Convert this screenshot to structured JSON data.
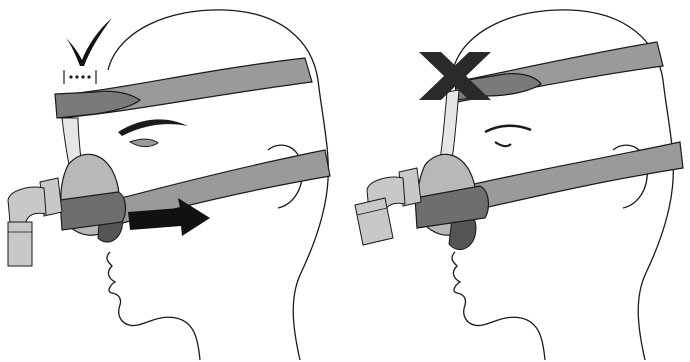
{
  "image": {
    "type": "instructional-illustration",
    "panels": [
      {
        "id": "correct-fit",
        "verdict": "correct",
        "verdict_icon": "check-mark-icon"
      },
      {
        "id": "incorrect-fit",
        "verdict": "incorrect",
        "verdict_icon": "cross-mark-icon"
      }
    ]
  },
  "colors": {
    "outline": "#1a1a1a",
    "strap": "#9a9a9a",
    "strap_dark": "#6e6e6e",
    "mask": "#b8b8b8",
    "tube": "#c8c8c8",
    "arrow": "#111111",
    "cross": "#2a2a2a"
  }
}
